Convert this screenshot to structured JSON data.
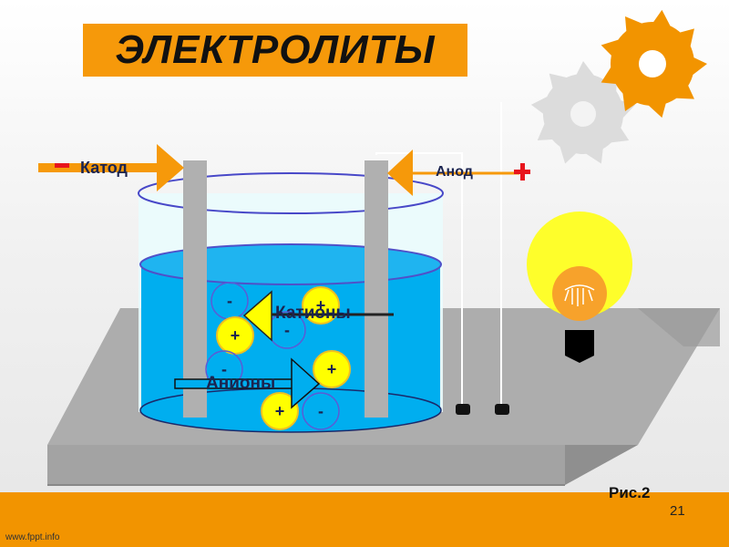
{
  "title": "ЭЛЕКТРОЛИТЫ",
  "labels": {
    "cathode": "Катод",
    "anode": "Анод",
    "cations": "Катионы",
    "anions": "Анионы",
    "cathode_sign": "−",
    "anode_sign": "+"
  },
  "ions": [
    {
      "charge": "-",
      "type": "anion"
    },
    {
      "charge": "+",
      "type": "cation"
    },
    {
      "charge": "+",
      "type": "cation"
    },
    {
      "charge": "-",
      "type": "anion"
    },
    {
      "charge": "-",
      "type": "anion"
    },
    {
      "charge": "+",
      "type": "cation"
    },
    {
      "charge": "+",
      "type": "cation"
    },
    {
      "charge": "-",
      "type": "anion"
    }
  ],
  "footer": {
    "url": "www.fppt.info",
    "figure_label": "Рис.2",
    "page_number": "21"
  },
  "colors": {
    "accent_orange": "#f6990a",
    "electrolyte_blue": "#00aeef",
    "cation_yellow": "#ffff00",
    "anion_ring": "#5b5bd6",
    "sign_red": "#e8141c"
  }
}
